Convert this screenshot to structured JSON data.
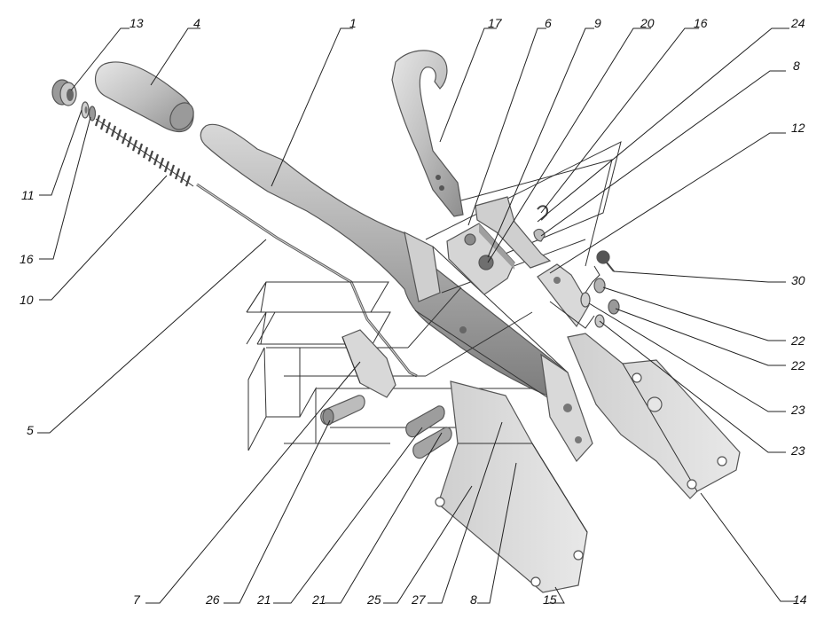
{
  "diagram": {
    "callouts": [
      {
        "id": "c13",
        "text": "13"
      },
      {
        "id": "c4",
        "text": "4"
      },
      {
        "id": "c1",
        "text": "1"
      },
      {
        "id": "c17",
        "text": "17"
      },
      {
        "id": "c6",
        "text": "6"
      },
      {
        "id": "c9",
        "text": "9"
      },
      {
        "id": "c20",
        "text": "20"
      },
      {
        "id": "c16top",
        "text": "16"
      },
      {
        "id": "c24",
        "text": "24"
      },
      {
        "id": "c8top",
        "text": "8"
      },
      {
        "id": "c12",
        "text": "12"
      },
      {
        "id": "c30",
        "text": "30"
      },
      {
        "id": "c22a",
        "text": "22"
      },
      {
        "id": "c22b",
        "text": "22"
      },
      {
        "id": "c23a",
        "text": "23"
      },
      {
        "id": "c23b",
        "text": "23"
      },
      {
        "id": "c14",
        "text": "14"
      },
      {
        "id": "c15",
        "text": "15"
      },
      {
        "id": "c8bot",
        "text": "8"
      },
      {
        "id": "c27",
        "text": "27"
      },
      {
        "id": "c25",
        "text": "25"
      },
      {
        "id": "c21b",
        "text": "21"
      },
      {
        "id": "c21a",
        "text": "21"
      },
      {
        "id": "c26",
        "text": "26"
      },
      {
        "id": "c7",
        "text": "7"
      },
      {
        "id": "c5",
        "text": "5"
      },
      {
        "id": "c10",
        "text": "10"
      },
      {
        "id": "c16left",
        "text": "16"
      },
      {
        "id": "c11",
        "text": "11"
      }
    ]
  },
  "colors": {
    "part_light": "#d9d9d9",
    "part_mid": "#bdbdbd",
    "part_dark": "#8f8f8f",
    "line": "#222222"
  }
}
